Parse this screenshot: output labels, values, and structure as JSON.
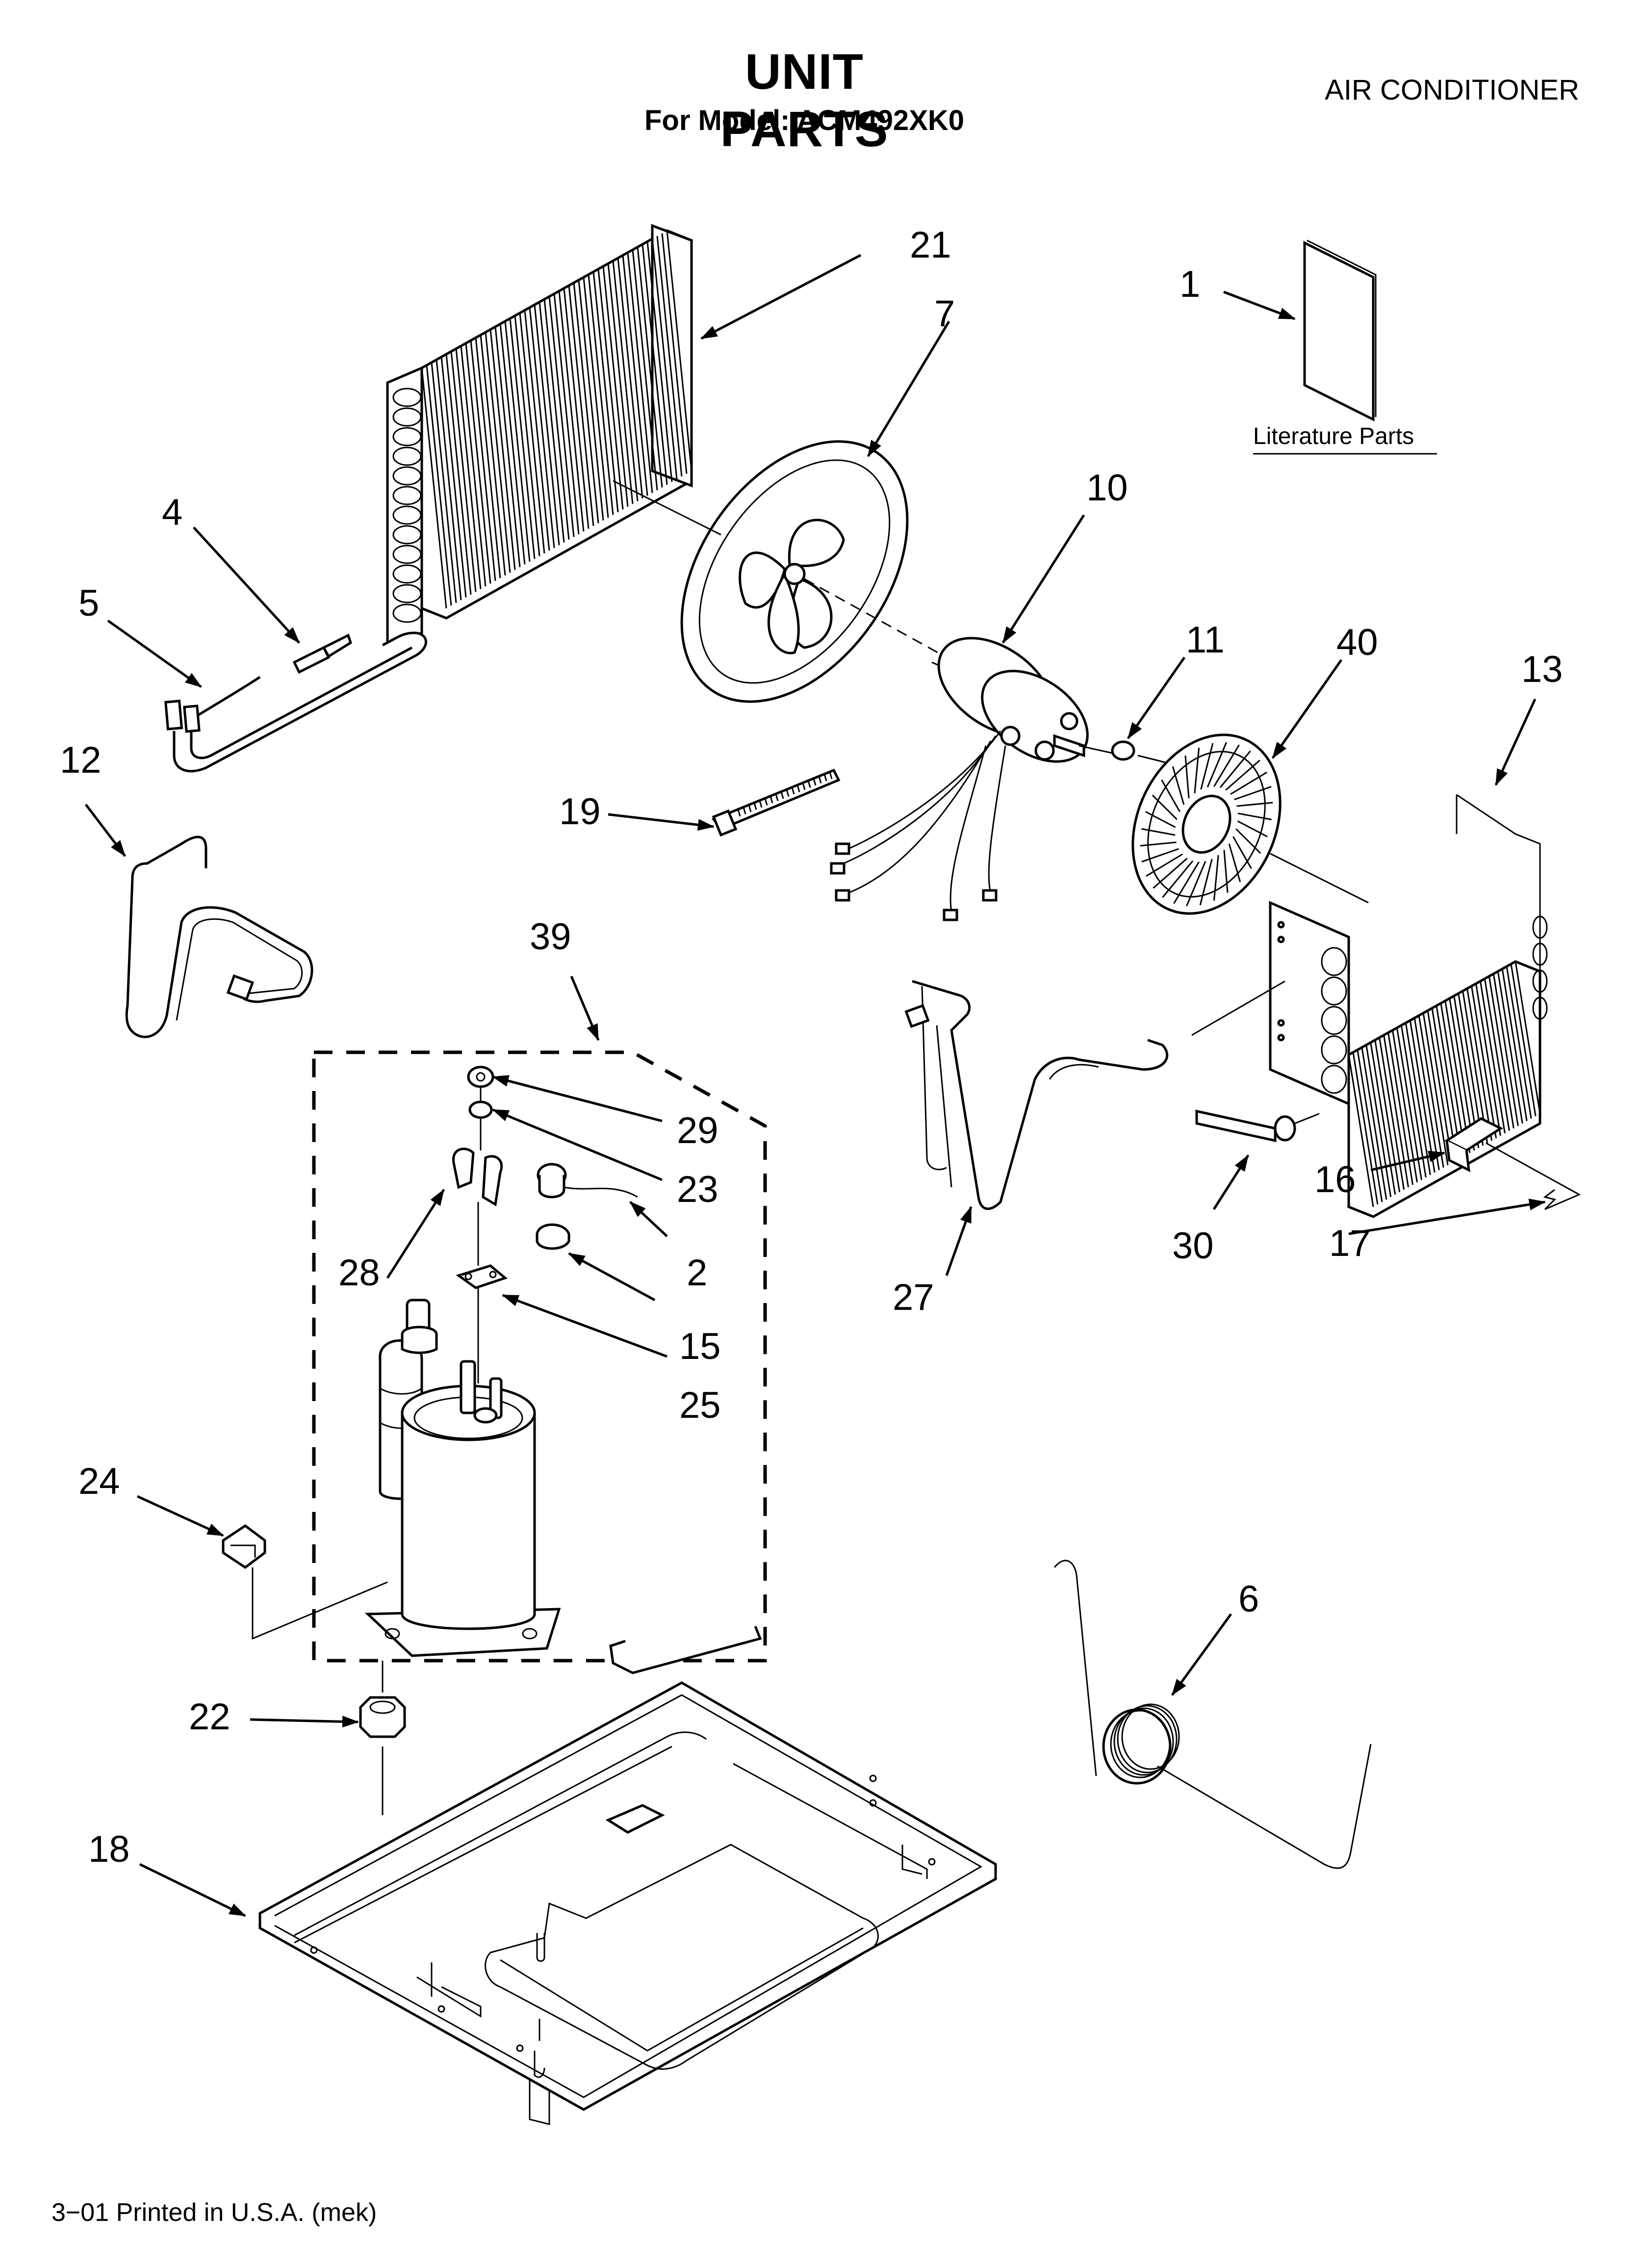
{
  "header": {
    "title": "UNIT PARTS",
    "subtitle": "For Model: ACM492XK0",
    "category": "AIR CONDITIONER"
  },
  "literature_label": "Literature Parts",
  "footer": "3−01 Printed in U.S.A. (mek)",
  "callouts": {
    "c1": "1",
    "c2": "2",
    "c4": "4",
    "c5": "5",
    "c6": "6",
    "c7": "7",
    "c10": "10",
    "c11": "11",
    "c12": "12",
    "c13": "13",
    "c15": "15",
    "c16": "16",
    "c17": "17",
    "c18": "18",
    "c19": "19",
    "c21": "21",
    "c22": "22",
    "c23": "23",
    "c24": "24",
    "c25": "25",
    "c27": "27",
    "c28": "28",
    "c29": "29",
    "c30": "30",
    "c39": "39",
    "c40": "40"
  }
}
